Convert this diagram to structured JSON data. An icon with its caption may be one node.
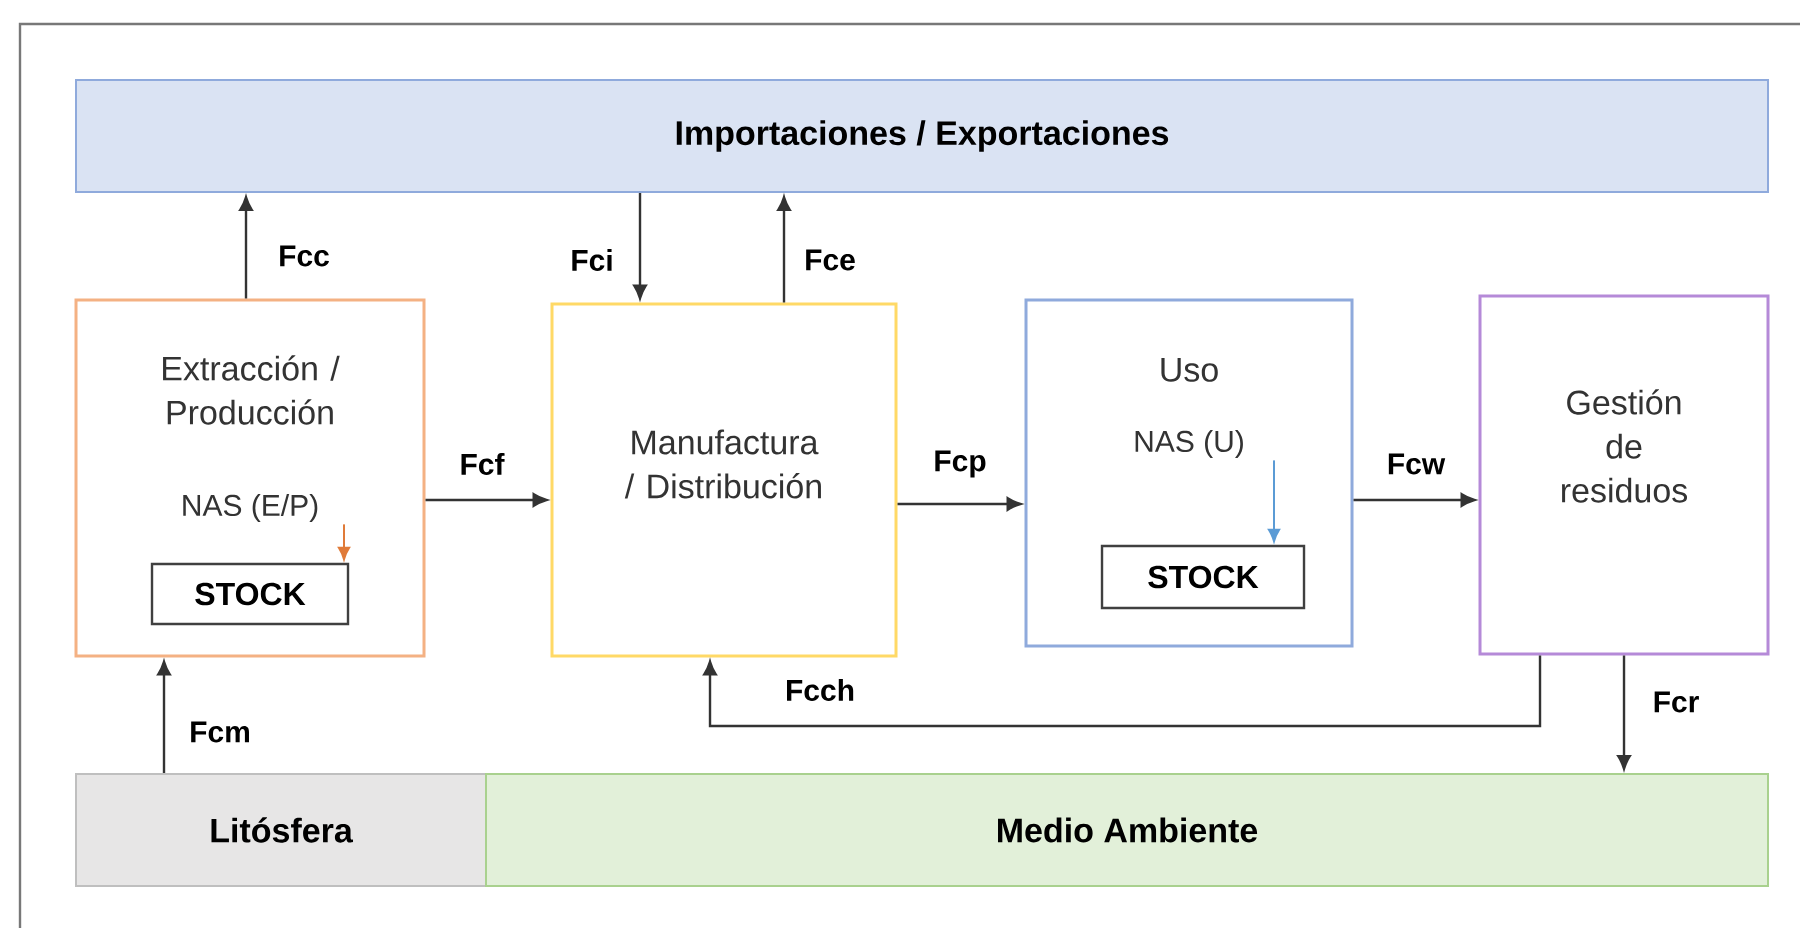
{
  "diagram": {
    "nodes": [
      {
        "text": [
          "Importaciones / Exportaciones"
        ]
      },
      {
        "text": [
          "Extracción / Producción"
        ]
      },
      {
        "text": [
          "NAS (E/P)"
        ],
        "in": 1
      },
      {
        "text": [
          "STOCK"
        ],
        "in": 1
      },
      {
        "text": [
          "Manufactura / Distribución"
        ]
      },
      {
        "text": [
          "Uso"
        ]
      },
      {
        "text": [
          "NAS (U)"
        ],
        "in": 5
      },
      {
        "text": [
          "STOCK"
        ],
        "in": 5
      },
      {
        "text": [
          "Gestión de residuos"
        ]
      },
      {
        "text": [
          "Litósfera"
        ]
      },
      {
        "text": [
          "Medio Ambiente"
        ]
      }
    ],
    "edges": [
      {
        "from": 1,
        "to": 0,
        "arrow": "to",
        "label": "Fcc"
      },
      {
        "from": 0,
        "to": 4,
        "arrow": "to",
        "label": "Fci"
      },
      {
        "from": 4,
        "to": 0,
        "arrow": "to",
        "label": "Fce"
      },
      {
        "from": 1,
        "to": 4,
        "arrow": "to",
        "label": "Fcf"
      },
      {
        "from": 4,
        "to": 5,
        "arrow": "to",
        "label": "Fcp"
      },
      {
        "from": 5,
        "to": 8,
        "arrow": "to",
        "label": "Fcw"
      },
      {
        "from": 8,
        "to": 4,
        "arrow": "to",
        "label": "Fcch"
      },
      {
        "from": 8,
        "to": 10,
        "arrow": "to",
        "label": "Fcr"
      },
      {
        "from": 9,
        "to": 1,
        "arrow": "to",
        "label": "Fcm"
      },
      {
        "from": 2,
        "to": 3,
        "arrow": "to",
        "color": "#e07b39"
      },
      {
        "from": 6,
        "to": 7,
        "arrow": "to",
        "color": "#5b9bd5"
      }
    ]
  }
}
